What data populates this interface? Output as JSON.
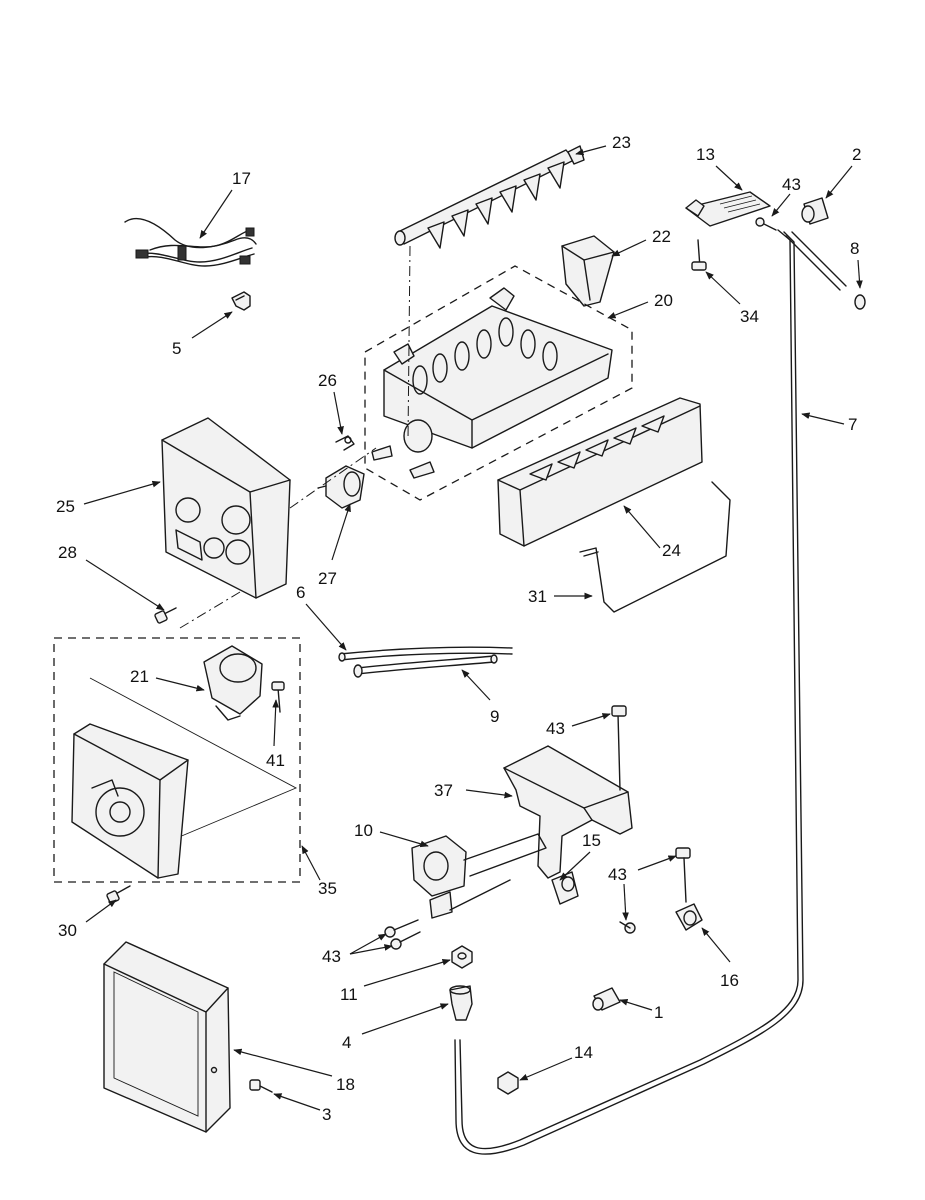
{
  "callouts": [
    {
      "id": "17",
      "text": "17"
    },
    {
      "id": "5",
      "text": "5"
    },
    {
      "id": "23",
      "text": "23"
    },
    {
      "id": "22",
      "text": "22"
    },
    {
      "id": "20",
      "text": "20"
    },
    {
      "id": "13",
      "text": "13"
    },
    {
      "id": "43a",
      "text": "43"
    },
    {
      "id": "2",
      "text": "2"
    },
    {
      "id": "8",
      "text": "8"
    },
    {
      "id": "34",
      "text": "34"
    },
    {
      "id": "7",
      "text": "7"
    },
    {
      "id": "26",
      "text": "26"
    },
    {
      "id": "25",
      "text": "25"
    },
    {
      "id": "27",
      "text": "27"
    },
    {
      "id": "28",
      "text": "28"
    },
    {
      "id": "24",
      "text": "24"
    },
    {
      "id": "31",
      "text": "31"
    },
    {
      "id": "6",
      "text": "6"
    },
    {
      "id": "9",
      "text": "9"
    },
    {
      "id": "21",
      "text": "21"
    },
    {
      "id": "41",
      "text": "41"
    },
    {
      "id": "43b",
      "text": "43"
    },
    {
      "id": "37",
      "text": "37"
    },
    {
      "id": "10",
      "text": "10"
    },
    {
      "id": "15",
      "text": "15"
    },
    {
      "id": "43c",
      "text": "43"
    },
    {
      "id": "35",
      "text": "35"
    },
    {
      "id": "30",
      "text": "30"
    },
    {
      "id": "43d",
      "text": "43"
    },
    {
      "id": "16",
      "text": "16"
    },
    {
      "id": "11",
      "text": "11"
    },
    {
      "id": "4",
      "text": "4"
    },
    {
      "id": "1",
      "text": "1"
    },
    {
      "id": "14",
      "text": "14"
    },
    {
      "id": "18",
      "text": "18"
    },
    {
      "id": "3",
      "text": "3"
    }
  ]
}
